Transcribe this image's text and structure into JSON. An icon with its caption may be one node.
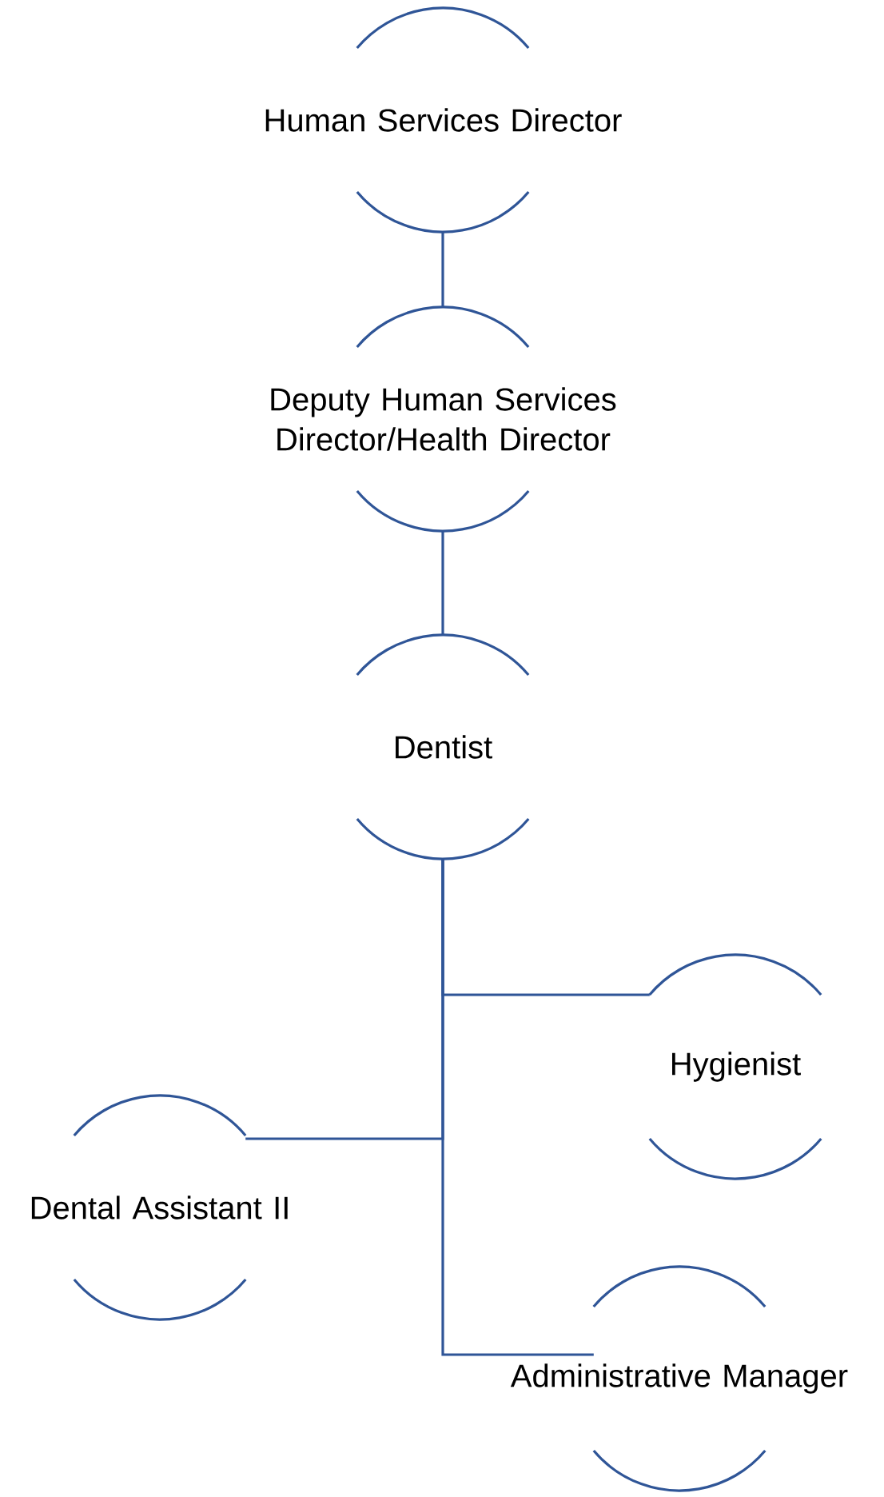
{
  "diagram": {
    "nodes": [
      {
        "text": [
          "Human Services Director"
        ]
      },
      {
        "text": [
          "Deputy Human Services Director/Health Director"
        ]
      },
      {
        "text": [
          "Dentist"
        ]
      },
      {
        "text": [
          "Hygienist"
        ]
      },
      {
        "text": [
          "Dental Assistant II"
        ]
      },
      {
        "text": [
          "Administrative Manager"
        ]
      }
    ],
    "edges": [
      {
        "from": 0,
        "to": 1,
        "arrow": "none"
      },
      {
        "from": 1,
        "to": 2,
        "arrow": "none"
      },
      {
        "from": 2,
        "to": 3,
        "arrow": "none"
      },
      {
        "from": 2,
        "to": 4,
        "arrow": "none"
      },
      {
        "from": 2,
        "to": 5,
        "arrow": "none"
      }
    ]
  }
}
